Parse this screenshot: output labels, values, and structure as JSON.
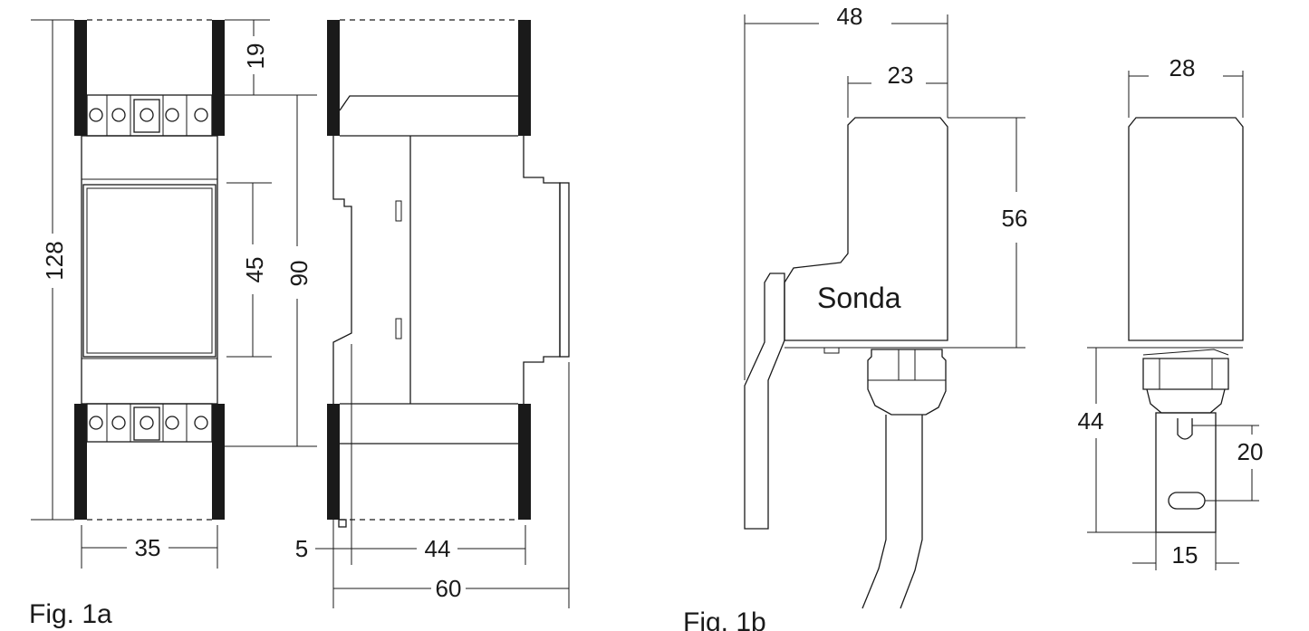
{
  "fig1a": {
    "caption": "Fig. 1a",
    "dims": {
      "d128": "128",
      "d19": "19",
      "d45": "45",
      "d90": "90",
      "d35": "35",
      "d5": "5",
      "d44": "44",
      "d60": "60"
    }
  },
  "fig1b": {
    "caption": "Fig. 1b",
    "label": "Sonda",
    "dims": {
      "d48": "48",
      "d23": "23",
      "d56": "56",
      "d28": "28",
      "d44": "44",
      "d20": "20",
      "d15": "15"
    }
  }
}
